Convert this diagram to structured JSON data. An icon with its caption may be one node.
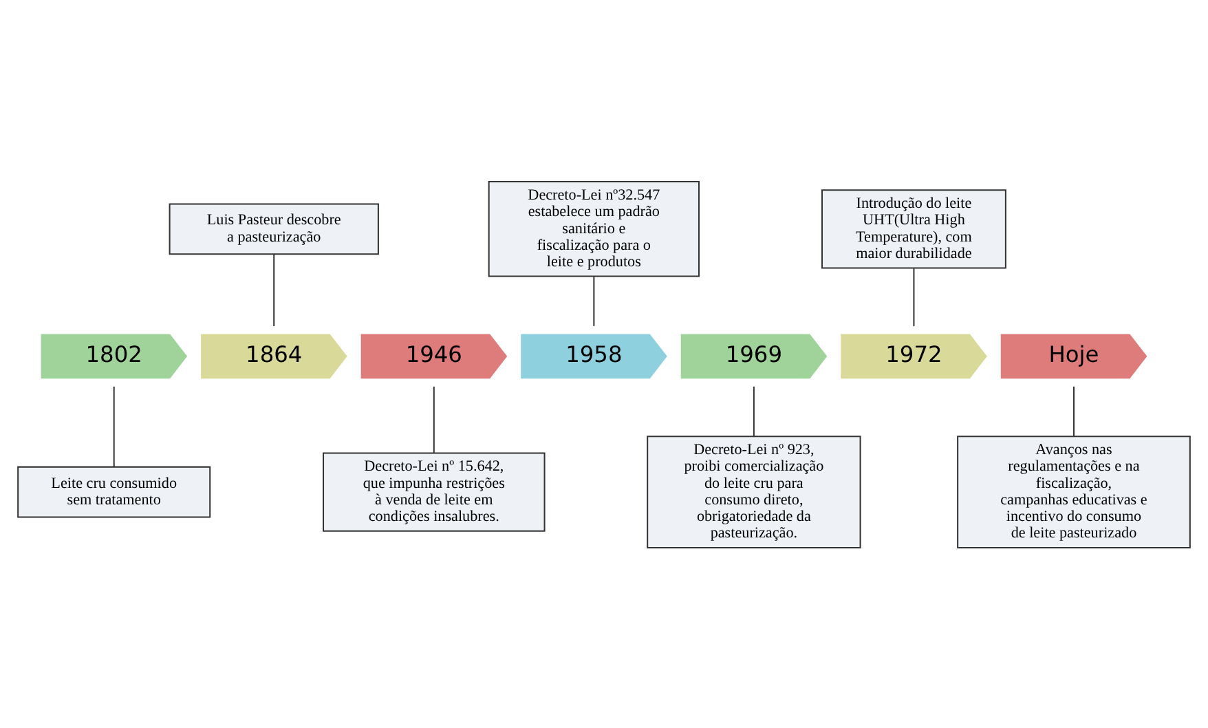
{
  "diagram": {
    "nodes": [
      {
        "text": [
          "Luis Pasteur descobre a pasteurização"
        ]
      },
      {
        "text": [
          "Decreto-Lei nº32.547 estabelece um padrão sanitário e fiscalização para o leite e produtos"
        ]
      },
      {
        "text": [
          "Introdução do leite UHT(Ultra High Temperature), com maior durabilidade"
        ]
      },
      {
        "text": [
          "1802"
        ]
      },
      {
        "text": [
          "1864"
        ]
      },
      {
        "text": [
          "1946"
        ]
      },
      {
        "text": [
          "1958"
        ]
      },
      {
        "text": [
          "1969"
        ]
      },
      {
        "text": [
          "1972"
        ]
      },
      {
        "text": [
          "Hoje"
        ]
      },
      {
        "text": [
          "Leite cru consumido sem tratamento"
        ]
      },
      {
        "text": [
          "Decreto-Lei nº 15.642, que impunha restrições à venda de leite em condições insalubres."
        ]
      },
      {
        "text": [
          "Decreto-Lei nº 923, proibi comercialização do leite cru para consumo direto, obrigatoriedade da pasteurização."
        ]
      },
      {
        "text": [
          "Avanços nas regulamentações e na fiscalização, campanhas educativas e incentivo do consumo de leite pasteurizado"
        ]
      }
    ],
    "edges": [
      {
        "from": 0,
        "to": 4,
        "arrow": "none"
      },
      {
        "from": 1,
        "to": 6,
        "arrow": "none"
      },
      {
        "from": 2,
        "to": 8,
        "arrow": "none"
      },
      {
        "from": 3,
        "to": 10,
        "arrow": "none"
      },
      {
        "from": 5,
        "to": 11,
        "arrow": "none"
      },
      {
        "from": 7,
        "to": 12,
        "arrow": "none"
      },
      {
        "from": 9,
        "to": 13,
        "arrow": "none"
      }
    ]
  }
}
